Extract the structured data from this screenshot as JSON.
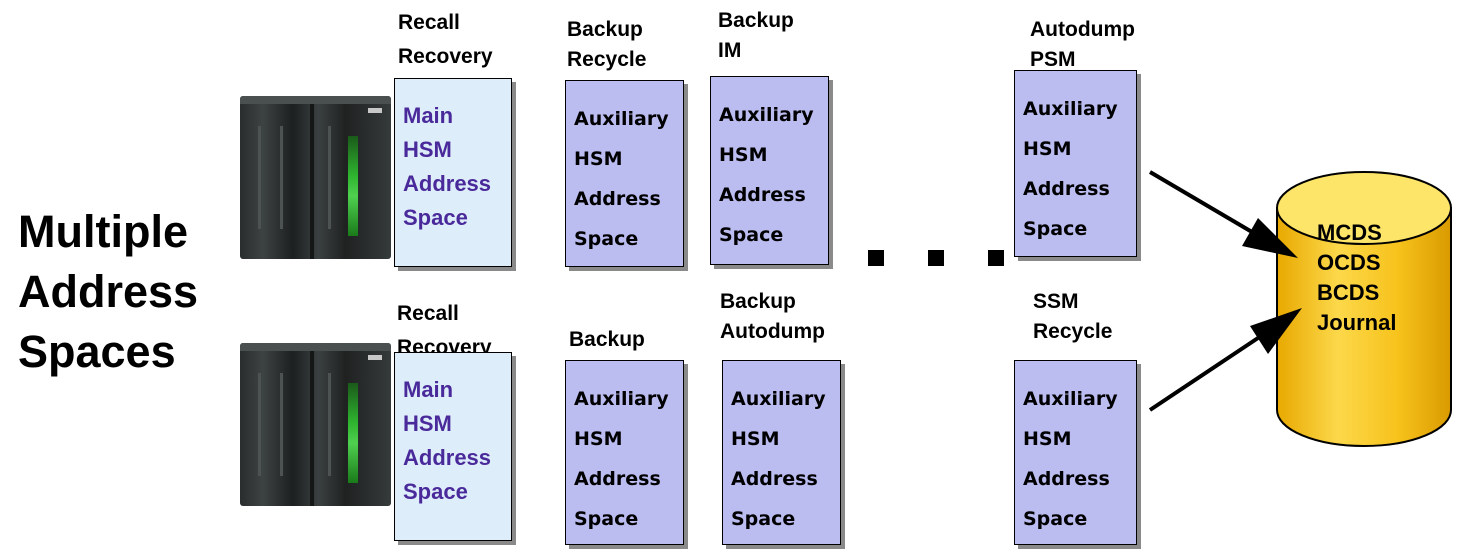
{
  "title": [
    "Multiple",
    "Address",
    "Spaces"
  ],
  "row1": {
    "main": {
      "label": [
        "Recall",
        "Recovery"
      ],
      "text": [
        "Main",
        "HSM",
        "Address",
        "Space"
      ]
    },
    "aux": [
      {
        "label": [
          "Backup",
          "Recycle"
        ],
        "text": [
          "Auxiliary",
          "HSM",
          "Address",
          "Space"
        ]
      },
      {
        "label": [
          "Backup",
          "IM"
        ],
        "text": [
          "Auxiliary",
          "HSM",
          "Address",
          "Space"
        ]
      },
      {
        "label": [
          "Autodump",
          "PSM"
        ],
        "text": [
          "Auxiliary",
          "HSM",
          "Address",
          "Space"
        ]
      }
    ]
  },
  "row2": {
    "main": {
      "label": [
        "Recall",
        "Recovery"
      ],
      "text": [
        "Main",
        "HSM",
        "Address",
        "Space"
      ]
    },
    "aux": [
      {
        "label": [
          "Backup"
        ],
        "text": [
          "Auxiliary",
          "HSM",
          "Address",
          "Space"
        ]
      },
      {
        "label": [
          "Backup",
          "Autodump"
        ],
        "text": [
          "Auxiliary",
          "HSM",
          "Address",
          "Space"
        ]
      },
      {
        "label": [
          "SSM",
          "Recycle"
        ],
        "text": [
          "Auxiliary",
          "HSM",
          "Address",
          "Space"
        ]
      }
    ]
  },
  "datastore": {
    "items": [
      "MCDS",
      "OCDS",
      "BCDS",
      "Journal"
    ],
    "fill_color": "#f7c21b",
    "top_color": "#fde56a"
  },
  "colors": {
    "main_box_fill": "#ddeefa",
    "main_text": "#4a2a9a",
    "aux_box_fill": "#bbbcf0"
  }
}
